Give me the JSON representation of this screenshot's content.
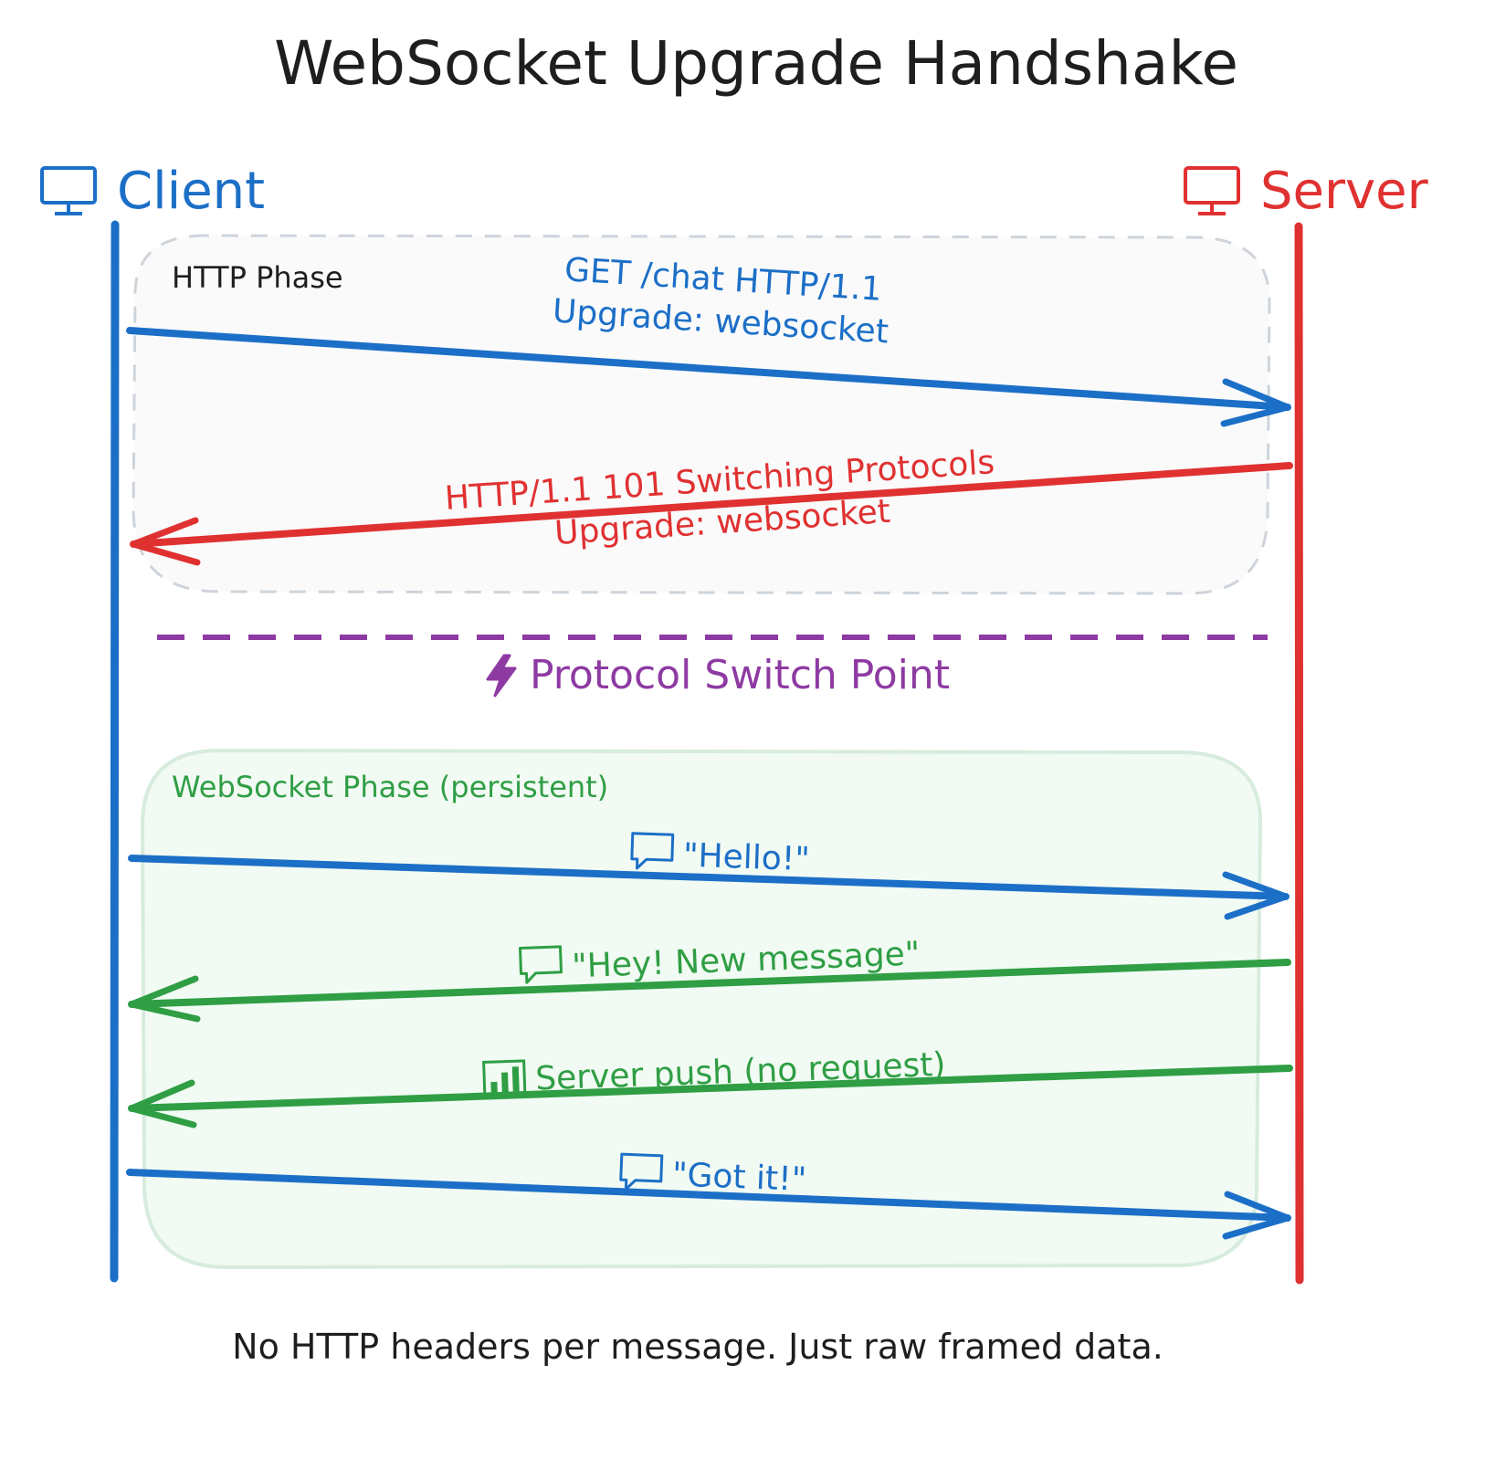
{
  "title": "WebSocket Upgrade Handshake",
  "actors": {
    "client": {
      "icon": "computer-icon",
      "label": "Client",
      "color": "#1c6fc7"
    },
    "server": {
      "icon": "computer-icon",
      "label": "Server",
      "color": "#e03131"
    }
  },
  "phases": {
    "http": {
      "label": "HTTP Phase"
    },
    "websocket": {
      "label": "WebSocket Phase (persistent)"
    }
  },
  "messages": [
    {
      "direction": "client-to-server",
      "line1": "GET /chat HTTP/1.1",
      "line2": "Upgrade: websocket",
      "color": "#1c6fc7"
    },
    {
      "direction": "server-to-client",
      "line1": "HTTP/1.1 101 Switching Protocols",
      "line2": "Upgrade: websocket",
      "color": "#e03131"
    },
    {
      "direction": "client-to-server",
      "icon": "speech-bubble-icon",
      "text": "\"Hello!\"",
      "color": "#1c6fc7"
    },
    {
      "direction": "server-to-client",
      "icon": "speech-bubble-icon",
      "text": "\"Hey! New message\"",
      "color": "#2f9e44"
    },
    {
      "direction": "server-to-client",
      "icon": "bar-chart-icon",
      "text": "Server push (no request)",
      "color": "#2f9e44"
    },
    {
      "direction": "client-to-server",
      "icon": "speech-bubble-icon",
      "text": "\"Got it!\"",
      "color": "#1c6fc7"
    }
  ],
  "switch_point": {
    "icon": "lightning-icon",
    "label": "Protocol Switch Point",
    "color": "#8e3aa3"
  },
  "footer": "No HTTP headers per message. Just raw framed data."
}
